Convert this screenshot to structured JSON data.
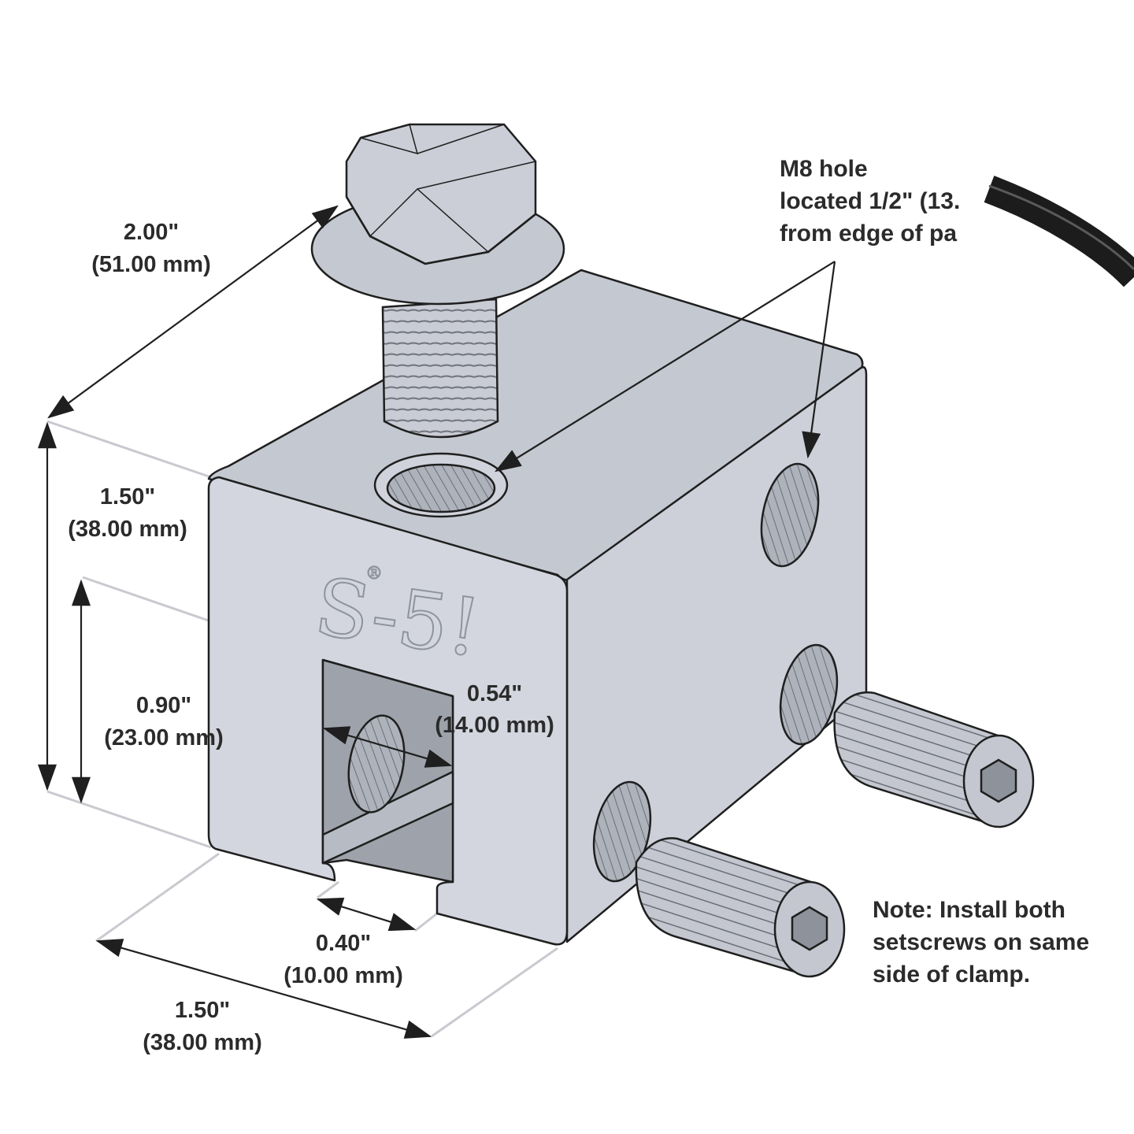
{
  "brand": {
    "logo": "S-5!",
    "registered": "®"
  },
  "dimensions": {
    "length_diag": {
      "imperial": "2.00\"",
      "metric": "(51.00 mm)"
    },
    "height": {
      "imperial": "1.50\"",
      "metric": "(38.00 mm)"
    },
    "slot_height": {
      "imperial": "0.90\"",
      "metric": "(23.00 mm)"
    },
    "slot_depth": {
      "imperial": "0.54\"",
      "metric": "(14.00 mm)"
    },
    "slot_width": {
      "imperial": "0.40\"",
      "metric": "(10.00 mm)"
    },
    "width": {
      "imperial": "1.50\"",
      "metric": "(38.00 mm)"
    }
  },
  "callouts": {
    "m8_hole": [
      "M8 hole",
      "located 1/2\" (13.",
      "from edge of pa"
    ],
    "note": [
      "Note: Install both",
      "setscrews on same",
      "side of clamp."
    ]
  },
  "colors": {
    "metal_front": "#d3d6df",
    "metal_top": "#c4c8d1",
    "metal_side": "#cdd0d9",
    "outline": "#1f1f1f",
    "dimension_line": "#1f1f1f",
    "extension_line": "#c8cacf",
    "cable": "#1c1c1c"
  }
}
